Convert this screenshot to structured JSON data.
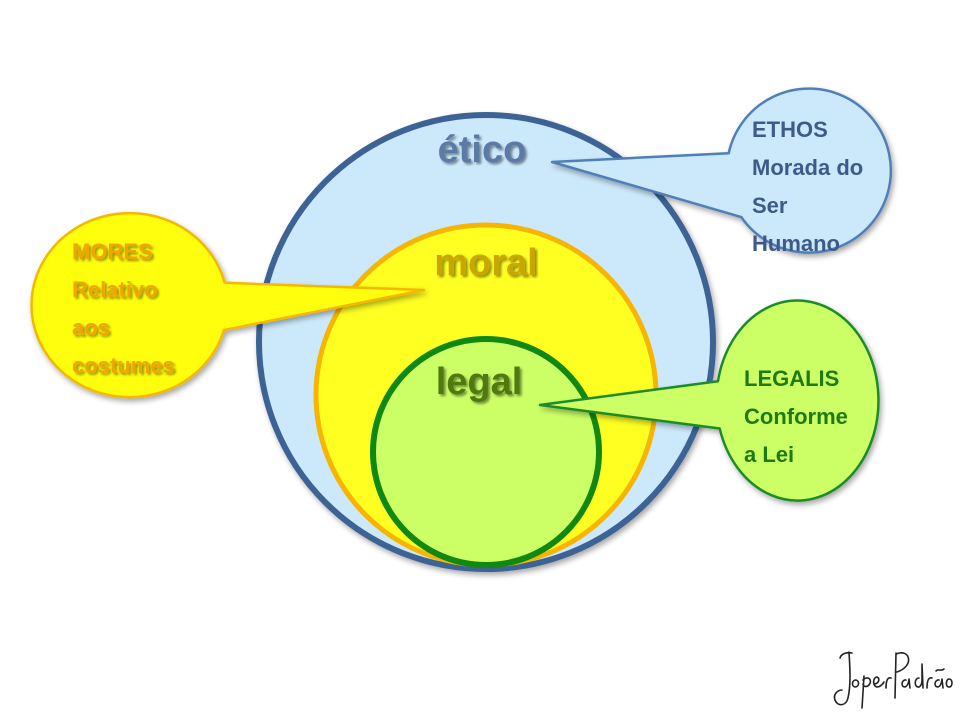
{
  "diagram": {
    "circles": {
      "etico": {
        "label": "ético",
        "fill": "#cce9fb",
        "stroke": "#3c6495",
        "text_color": "#5b7aa6"
      },
      "moral": {
        "label": "moral",
        "fill": "#ffff22",
        "stroke": "#f7b400",
        "text_color": "#c8a800"
      },
      "legal": {
        "label": "legal",
        "fill": "#ccff66",
        "stroke": "#118811",
        "text_color": "#4f7a10"
      }
    },
    "callouts": {
      "ethos": {
        "lines": [
          "ETHOS",
          "Morada do",
          "Ser",
          "Humano"
        ],
        "fill": "#cce9fb",
        "stroke": "#4f7fb6",
        "text_color": "#3e5a8a"
      },
      "mores": {
        "lines": [
          "MORES",
          "Relativo",
          "aos",
          "costumes"
        ],
        "fill": "#ffff11",
        "stroke": "#f5b800",
        "text_color": "#f2a400"
      },
      "legalis": {
        "lines": [
          "LEGALIS",
          "Conforme",
          "a Lei"
        ],
        "fill": "#ccff66",
        "stroke": "#1f8c2a",
        "text_color": "#1f7a12"
      }
    },
    "signature": {
      "text": "Joper Padrão",
      "color": "#222222"
    }
  }
}
